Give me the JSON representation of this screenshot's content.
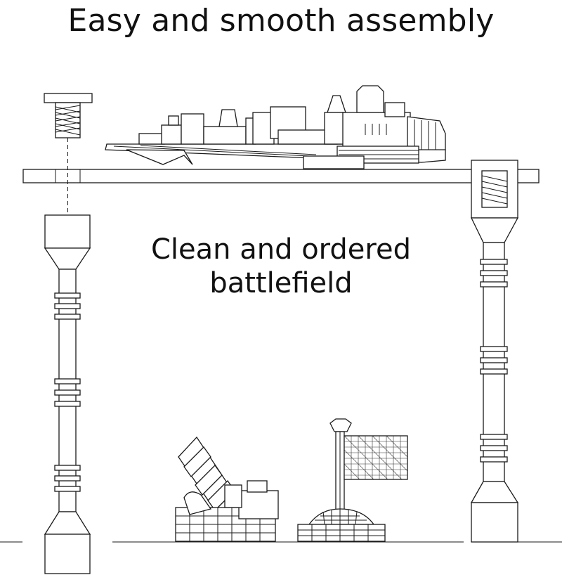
{
  "title": "Easy and smooth assembly",
  "caption_line1": "Clean and ordered",
  "caption_line2": "battlefield",
  "colors": {
    "line": "#1a1a1a",
    "background": "#ffffff"
  }
}
